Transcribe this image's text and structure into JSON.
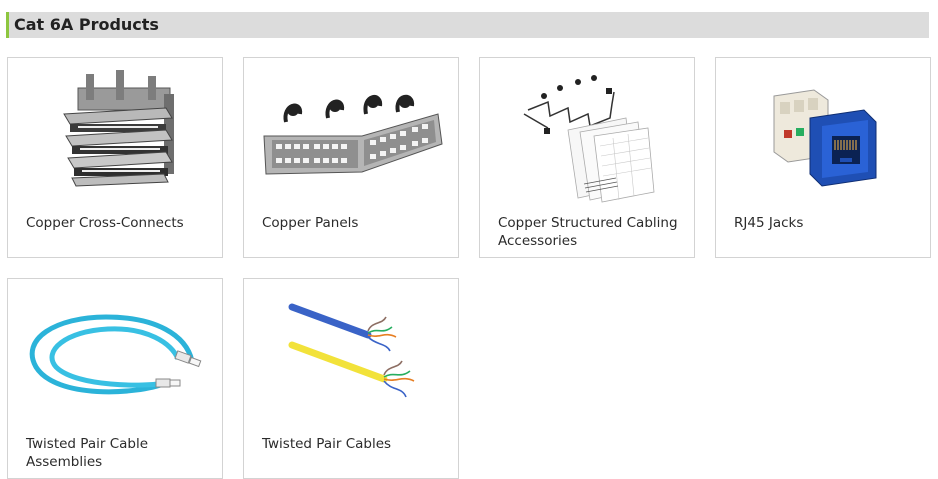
{
  "section": {
    "title": "Cat 6A Products"
  },
  "products": [
    {
      "label": "Copper Cross-Connects",
      "icon": "cross-connect-image"
    },
    {
      "label": "Copper Panels",
      "icon": "patch-panel-image"
    },
    {
      "label": "Copper Structured Cabling Accessories",
      "icon": "cabling-accessories-image"
    },
    {
      "label": "RJ45 Jacks",
      "icon": "rj45-jack-image"
    },
    {
      "label": "Twisted Pair Cable Assemblies",
      "icon": "cable-assembly-image"
    },
    {
      "label": "Twisted Pair Cables",
      "icon": "twisted-pair-cable-image"
    }
  ]
}
